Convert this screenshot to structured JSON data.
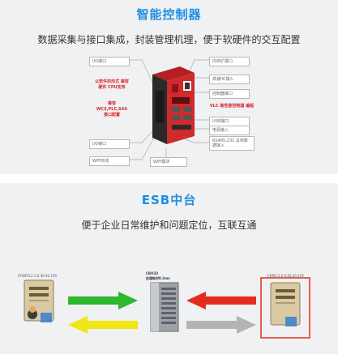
{
  "controller": {
    "title": "智能控制器",
    "subtitle": "数据采集与接口集成，封装管理机理，便于软硬件的交互配置",
    "left_tags": [
      "I/O接口",
      "I/O接口",
      "WiFi天线"
    ],
    "bottom_tag": "WiFi模块",
    "right_tags": [
      "内存扩展口",
      "高速IIC接入",
      "控制器接口",
      "USB接口",
      "电源接入",
      "RS485,232 总线数据接入"
    ],
    "red_notes": {
      "left_top": "以软件的形式 兼容硬件 CPU支持",
      "left_bottom": "兼容 WCS,PLC,SAS 接口配置",
      "right": "VLC 高性能控制器 编程"
    }
  },
  "esb": {
    "title": "ESB中台",
    "subtitle": "便于企业日常维护和问题定位，互联互通",
    "left_server_label": "SYWETL2.3 0.40.40.159",
    "center_server_label": "CRO33",
    "center_server_sublabel": "处理耗时0.2ms",
    "right_server_label": "CRM3.2.0 0.40.40.159",
    "colors": {
      "green": "#2db82d",
      "yellow": "#f2e514",
      "red": "#e52b1e",
      "grey": "#b4b4b4",
      "highlight": "#e52b1e",
      "title": "#1e8ee3"
    }
  }
}
